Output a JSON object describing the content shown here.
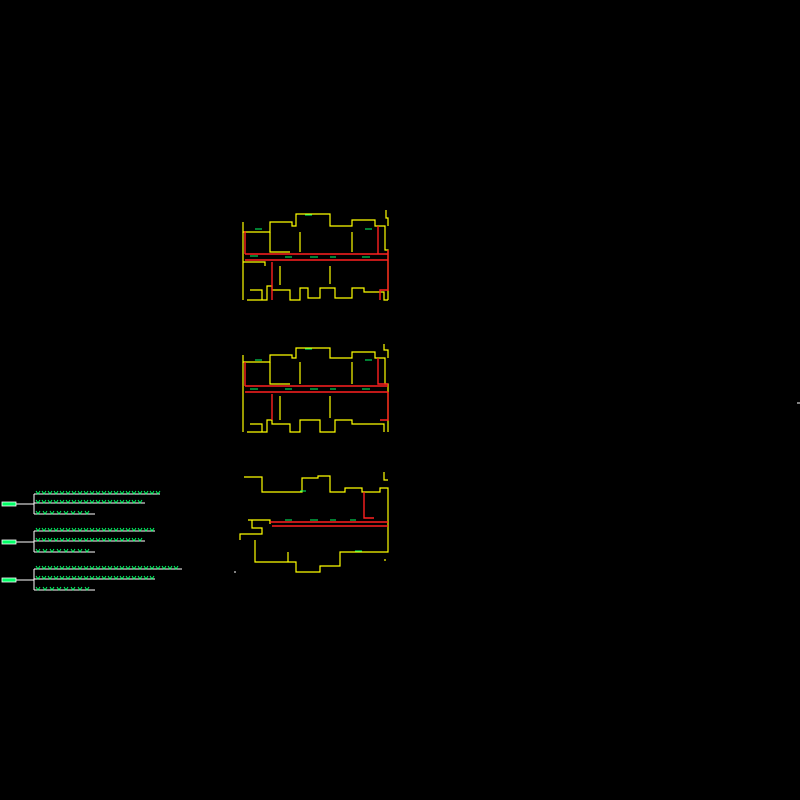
{
  "drawing": {
    "background": "#000000",
    "colors": {
      "wall": "#ffff00",
      "pipe": "#ff2020",
      "tag": "#00ff66",
      "frame": "#ffffff"
    },
    "plans": [
      {
        "name": "floor-plan-upper"
      },
      {
        "name": "floor-plan-middle"
      },
      {
        "name": "floor-plan-lower"
      }
    ],
    "legend_rows": [
      {
        "name": "legend-row-1"
      },
      {
        "name": "legend-row-2"
      },
      {
        "name": "legend-row-3"
      }
    ]
  }
}
